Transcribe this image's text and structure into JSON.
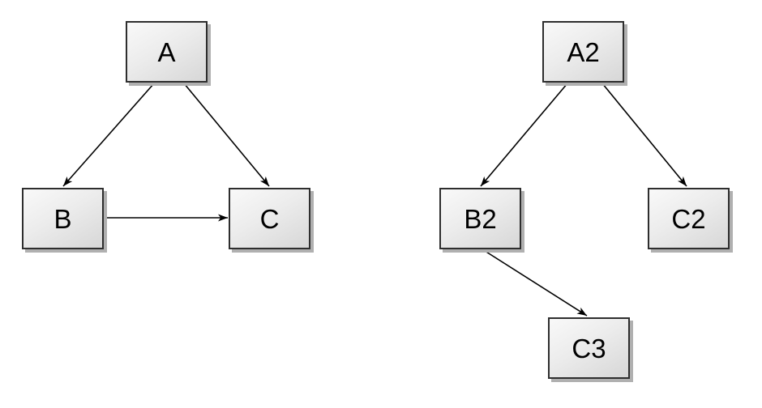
{
  "diagram": {
    "left_graph": {
      "nodes": [
        {
          "id": "A",
          "label": "A"
        },
        {
          "id": "B",
          "label": "B"
        },
        {
          "id": "C",
          "label": "C"
        }
      ],
      "edges": [
        {
          "from": "A",
          "to": "B"
        },
        {
          "from": "A",
          "to": "C"
        },
        {
          "from": "B",
          "to": "C"
        }
      ]
    },
    "right_graph": {
      "nodes": [
        {
          "id": "A2",
          "label": "A2"
        },
        {
          "id": "B2",
          "label": "B2"
        },
        {
          "id": "C2",
          "label": "C2"
        },
        {
          "id": "C3",
          "label": "C3"
        }
      ],
      "edges": [
        {
          "from": "A2",
          "to": "B2"
        },
        {
          "from": "A2",
          "to": "C2"
        },
        {
          "from": "B2",
          "to": "C3"
        }
      ]
    },
    "colors": {
      "canvas_background": "#ffffff",
      "node_fill_top": "#f9f9f9",
      "node_fill_bottom": "#d7d7d7",
      "node_border": "#2e2e2e",
      "node_shadow": "#b0b0b0",
      "edge_stroke": "#000000",
      "label_color": "#000000"
    }
  }
}
